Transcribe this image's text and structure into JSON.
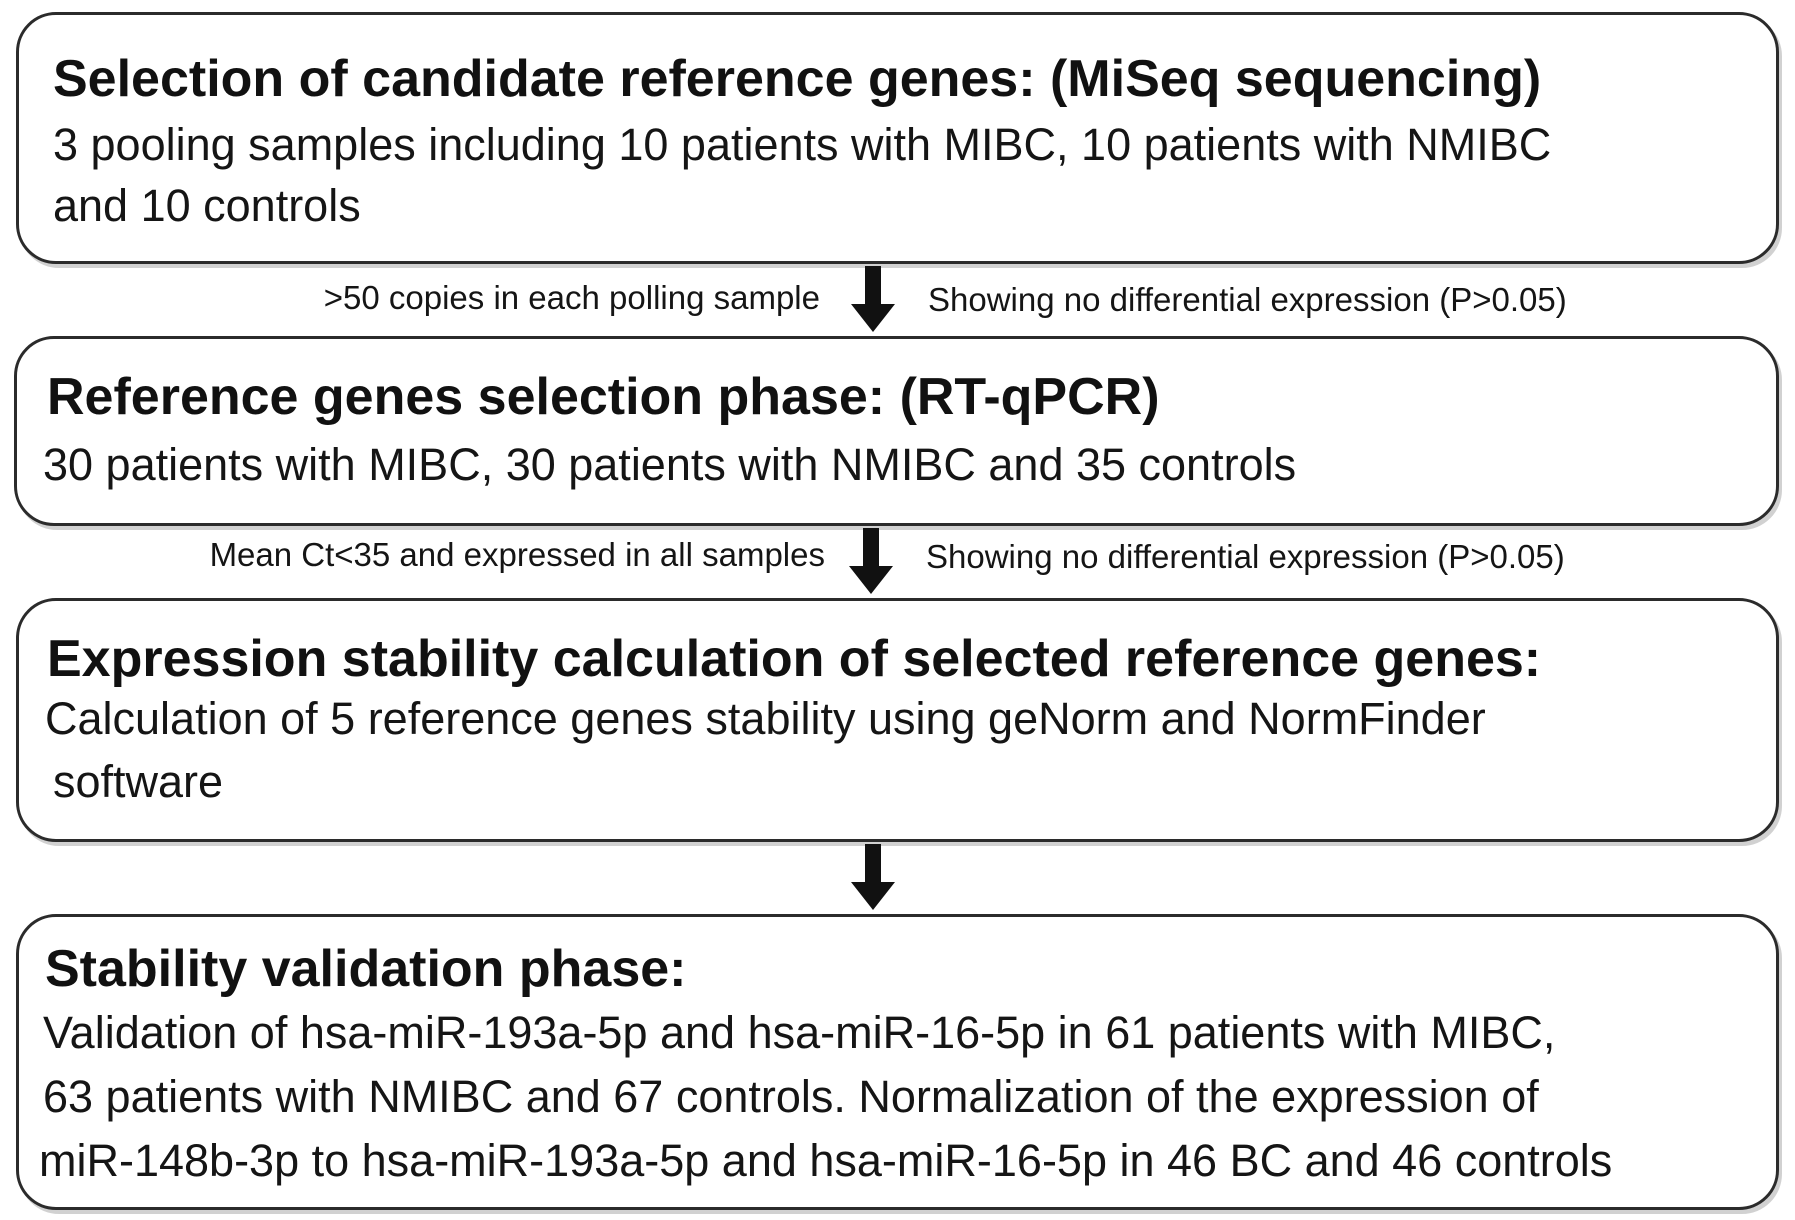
{
  "steps": [
    {
      "title": "Selection of candidate reference genes: (MiSeq sequencing)",
      "lines": [
        "3 pooling samples including 10 patients with MIBC, 10 patients with NMIBC",
        "and 10 controls"
      ]
    },
    {
      "title": "Reference genes selection phase: (RT-qPCR)",
      "lines": [
        "30 patients with MIBC, 30 patients with NMIBC and 35 controls"
      ]
    },
    {
      "title": "Expression stability calculation of selected reference genes:",
      "lines": [
        "Calculation of 5 reference genes stability using geNorm and NormFinder",
        "software"
      ]
    },
    {
      "title": "Stability validation phase:",
      "lines": [
        "Validation of hsa-miR-193a-5p and hsa-miR-16-5p in 61 patients with MIBC,",
        "63 patients with NMIBC and 67 controls. Normalization of the expression of",
        "miR-148b-3p to hsa-miR-193a-5p and hsa-miR-16-5p in 46 BC and 46 controls"
      ]
    }
  ],
  "transitions": [
    {
      "left": ">50 copies in each polling sample",
      "right": "Showing no differential expression (P>0.05)"
    },
    {
      "left": "Mean Ct<35 and expressed in all samples",
      "right": "Showing no differential expression (P>0.05)"
    },
    {
      "left": "",
      "right": ""
    }
  ]
}
